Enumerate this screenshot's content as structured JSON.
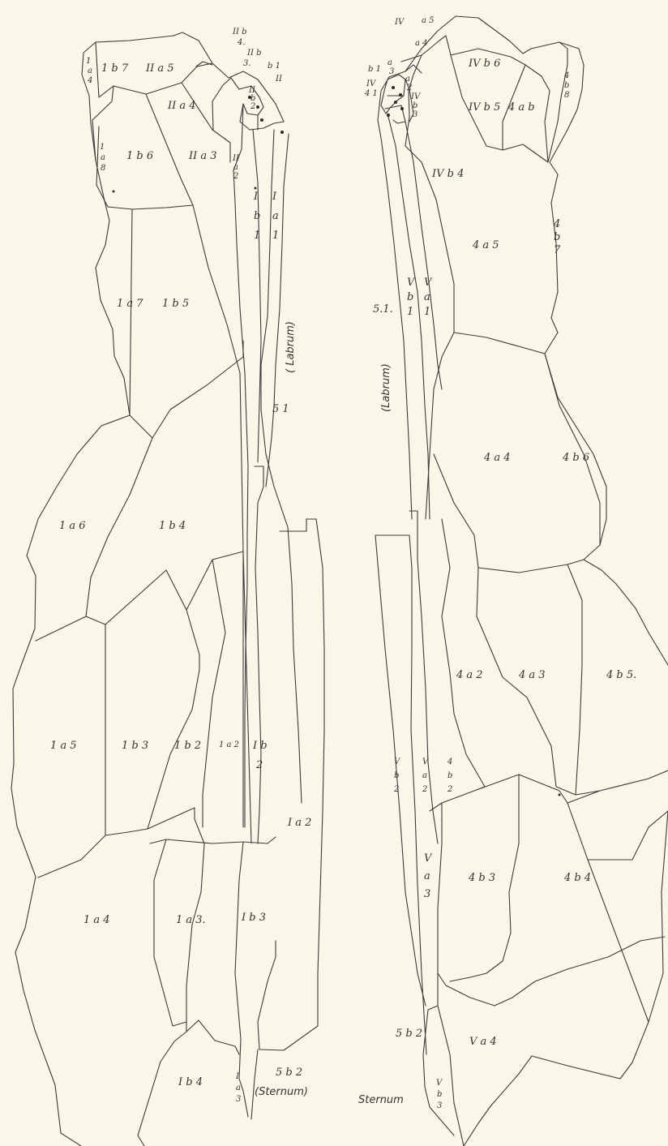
{
  "left_plate": {
    "labels": {
      "1a4_top": "1\na\n4",
      "1b7": "1 b 7",
      "IIa5": "II a 5",
      "IIb4": "II b\n4.",
      "IIb3": "II b\n3.",
      "b1": "b 1",
      "II": "II",
      "IIa4": "II a 4",
      "IIb2": "II\nb\n2",
      "IIa2": "II\na\n2",
      "1a8": "1\na\n8",
      "1b6": "1 b 6",
      "IIa3": "II a 3",
      "Ib1": "I\nb\n1",
      "Ia1": "I\na\n1",
      "1a7": "1 a 7",
      "1b5": "1 b 5",
      "labrum": "( Labrum)",
      "51": "5 1",
      "1a6": "1 a 6",
      "1b4": "1 b 4",
      "1a5": "1 a 5",
      "1b3": "1 b 3",
      "1b2": "1 b 2",
      "1a2_small": "1 a 2",
      "Ib2": "I b\n2",
      "Ia2": "I a 2",
      "1a4": "1 a 4",
      "1a3": "1 a 3.",
      "Ib3": "I b 3",
      "Ib4": "I b 4",
      "Ia3": "I\na\n3",
      "5b2": "5 b 2",
      "sternum": "(Sternum)"
    }
  },
  "right_plate": {
    "labels": {
      "IV": "IV",
      "a5": "a 5",
      "a4": "a 4",
      "IVb6": "IV b 6",
      "b1": "b 1",
      "a3": "a\n3",
      "IV41": "IV\n4 1",
      "a2": "a\n2",
      "IVb3": "IV\nb\n3",
      "IVb5": "IV b 5",
      "4ab": "4 a b",
      "4b8": "4\nb\n8",
      "IVb4": "IV b 4",
      "4a5": "4 a 5",
      "4b7": "4\nb\n7",
      "Vb1": "V\nb\n1",
      "Va1": "V\na\n1",
      "51": "5.1.",
      "labrum": "(Labrum)",
      "4a4": "4 a 4",
      "4b6": "4 b 6",
      "4a2": "4 a 2",
      "4a3": "4 a 3",
      "4b5": "4 b 5.",
      "Vb2": "V\nb\n2",
      "Va2": "V\na\n2",
      "4b2": "4\nb\n2",
      "Va3": "V\na\n3",
      "4b3": "4 b 3",
      "4b4": "4 b 4",
      "5b2": "5 b 2",
      "Va4": "V a 4",
      "sternum": "Sternum",
      "Vb3": "V\nb\n3"
    }
  }
}
